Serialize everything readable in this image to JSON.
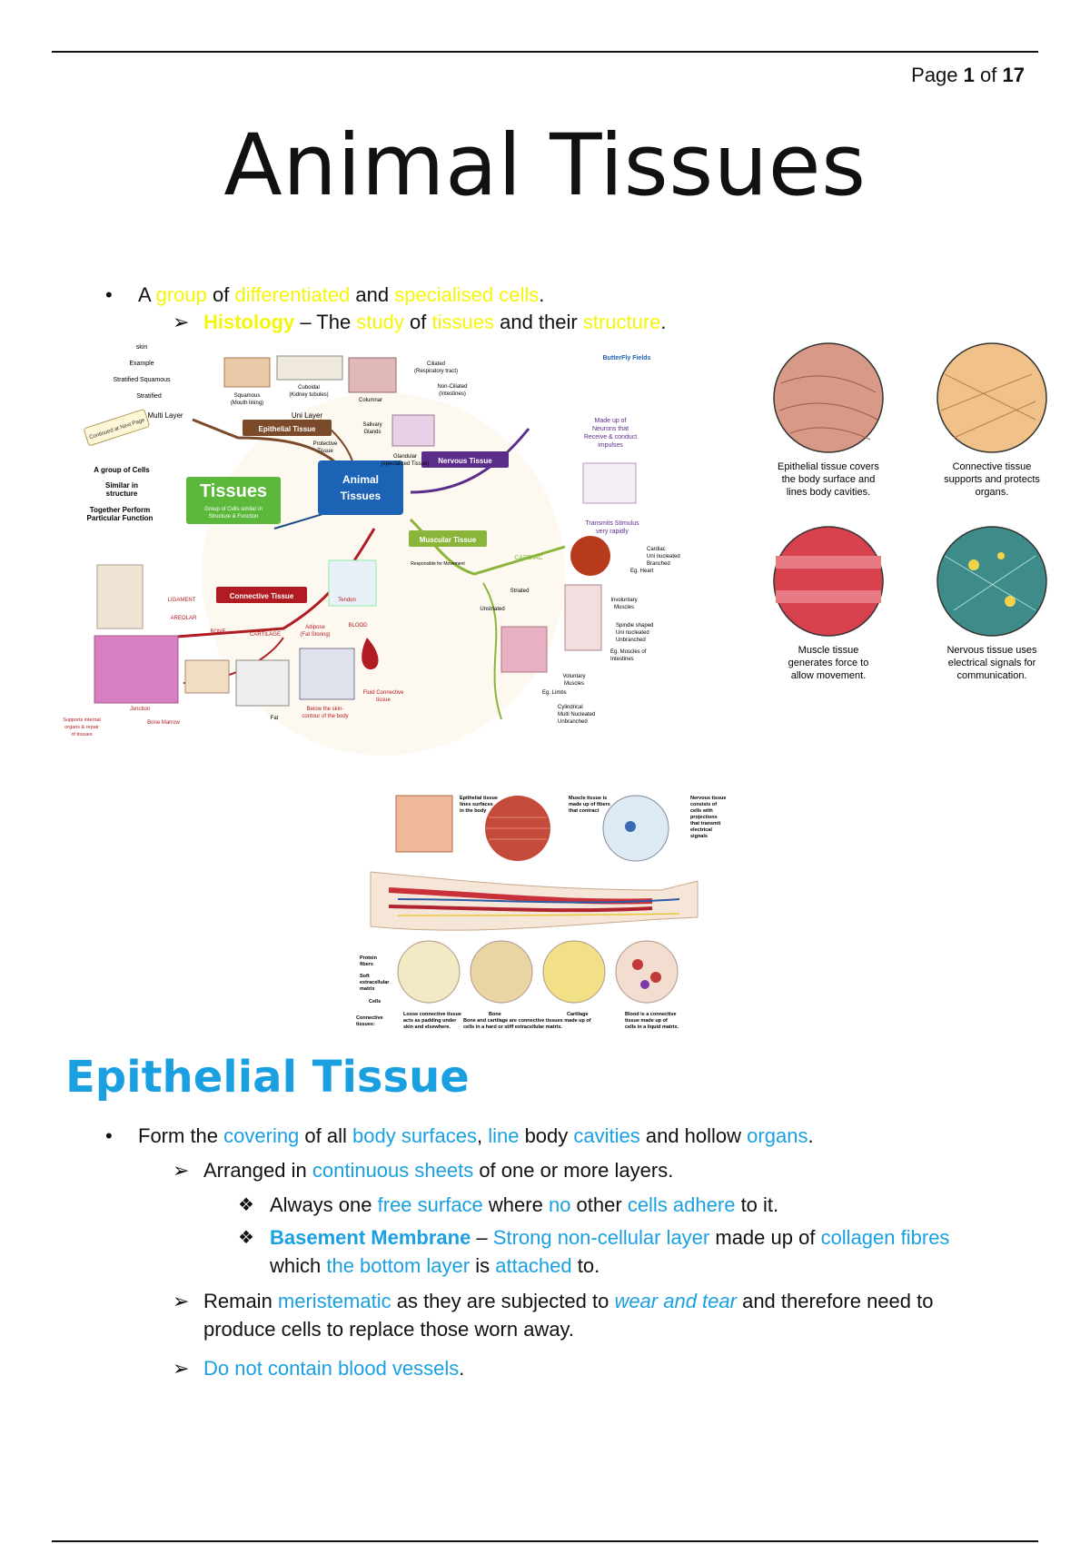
{
  "header": {
    "page_label": "Page",
    "page_current": "1",
    "page_of": "of",
    "page_total": "17"
  },
  "title": "Animal Tissues",
  "intro": {
    "l1": {
      "a": "A",
      "group": "group",
      "of": "of",
      "diff": "differentiated",
      "and": "and",
      "spec": "specialised cells",
      "dot": "."
    },
    "l2": {
      "histology": "Histology",
      "dash_the": " – The ",
      "study": "study",
      "of": " of ",
      "tissues": "tissues",
      "and_their": " and their ",
      "structure": "structure",
      "dot": "."
    }
  },
  "mindmap": {
    "center_title": "Animal",
    "center_sub": "Tissues",
    "tissues_title": "Tissues",
    "tissues_sub1": "Group of Cells similar in",
    "tissues_sub2": "Structure & Function",
    "left_1": "A group of Cells",
    "left_2": "Similar in",
    "left_3": "structure",
    "left_4": "Together Perform",
    "left_5": "Particular Function",
    "continued": "Continued at Next Page",
    "epi": "Epithelial Tissue",
    "nerv": "Nervous Tissue",
    "musc": "Muscular Tissue",
    "conn": "Connective Tissue",
    "skin": "skin",
    "example": "Example",
    "strat_sq": "Stratified Squamous",
    "stratified": "Stratified",
    "multi": "Multi Layer",
    "uni": "Uni Layer",
    "squamous": "Squamous",
    "mouth": "(Mouth lining)",
    "columnar": "Columnar",
    "cuboidal": "Cuboidal",
    "kidney": "(Kidney tubules)",
    "ciliated": "Ciliated",
    "resp": "(Respiratory tract)",
    "nonciliated": "Non-Ciliated",
    "intestines": "(Intestines)",
    "salivary": "Salivary",
    "glands": "Glands",
    "glandular": "Glandular",
    "special": "(specialized Tissue)",
    "protective": "Protective",
    "tissue_word": "Tissue",
    "made1": "Made up of",
    "made2": "Neurons that",
    "made3": "Receive & conduct",
    "made4": "impulses",
    "trans1": "Transmits Stimulus",
    "trans2": "very rapidly",
    "cardiac": "CARDIAC",
    "cardiac1": "Cardiac",
    "cardiac2": "Uni nucleated",
    "cardiac3": "Branched",
    "heart": "Eg. Heart",
    "striated": "Striated",
    "unstriated": "Unstriated",
    "invol1": "Involuntary",
    "invol2": "Muscles",
    "spindle1": "Spindle shaped",
    "spindle2": "Uni nucleated",
    "spindle3": "Unbranched",
    "intest1": "Eg. Muscles of",
    "intest2": "Intestines",
    "vol1": "Voluntary",
    "vol2": "Muscles",
    "limbs": "Eg. Limbs",
    "cyl1": "Cylindrical",
    "cyl2": "Multi Nucleated",
    "cyl3": "Unbranched",
    "resp_move": "Responsible for Movement",
    "ligament": "LIGAMENT",
    "tendon": "Tendon",
    "areolar": "AREOLAR",
    "bone": "BONE",
    "cartilage": "CARTILAGE",
    "adipose1": "Adipose",
    "adipose2": "(Fat Storing)",
    "blood": "BLOOD",
    "fluid1": "Fluid Connective",
    "fluid2": "tissue",
    "below1": "Below the skin-",
    "below2": "contour of the body",
    "fat": "Fat",
    "marrow": "Bone Marrow",
    "support1": "Supports internal",
    "support2": "organs & repair",
    "support3": "of tissues",
    "junction": "Junction",
    "brand": "ButterFly Fields"
  },
  "circles": {
    "epi1": "Epithelial tissue covers",
    "epi2": "the body surface and",
    "epi3": "lines body cavities.",
    "con1": "Connective tissue",
    "con2": "supports and protects",
    "con3": "organs.",
    "mus1": "Muscle tissue",
    "mus2": "generates force to",
    "mus3": "allow movement.",
    "ner1": "Nervous tissue uses",
    "ner2": "electrical signals for",
    "ner3": "communication."
  },
  "arm": {
    "epi1": "Epithelial tissue",
    "epi2": "lines surfaces",
    "epi3": "in the body",
    "mus1": "Muscle tissue is",
    "mus2": "made up of fibers",
    "mus3": "that contract",
    "ner1": "Nervous tissue",
    "ner2": "consists of",
    "ner3": "cells with",
    "ner4": "projections",
    "ner5": "that transmit",
    "ner6": "electrical",
    "ner7": "signals",
    "protein1": "Protein",
    "protein2": "fibers",
    "soft1": "Soft",
    "soft2": "extracellular",
    "soft3": "matrix",
    "cells": "Cells",
    "conn1": "Connective",
    "conn2": "tissues:",
    "loose1": "Loose connective tissue",
    "loose2": "acts as padding under",
    "loose3": "skin and elsewhere.",
    "bone": "Bone",
    "bc1": "Bone and cartilage are connective tissues made up of",
    "bc2": "cells in a hard or stiff extracellular matrix.",
    "cart": "Cartilage",
    "blood1": "Blood is a connective",
    "blood2": "tissue made up of",
    "blood3": "cells in a liquid matrix."
  },
  "section": {
    "heading": "Epithelial Tissue",
    "b1": {
      "form_the": "Form the ",
      "covering": "covering",
      "of_all": " of all ",
      "body_surfaces": "body surfaces",
      "comma": ", ",
      "line": "line",
      "body": " body ",
      "cavities": "cavities",
      "and_hollow": " and hollow ",
      "organs": "organs",
      "dot": "."
    },
    "s1": {
      "arranged": "Arranged in ",
      "continuous": "continuous sheets",
      "rest": " of one or more layers."
    },
    "t1": {
      "always": "Always one ",
      "free": "free surface",
      "where": " where ",
      "no": "no",
      "other": " other ",
      "cells": "cells adhere",
      "toit": " to it."
    },
    "t2": {
      "bm": "Basement Membrane",
      "dash": " – ",
      "strong": "Strong non-cellular layer",
      "made": " made up of ",
      "collagen": "collagen fibres",
      "which": "which ",
      "bottom": "the bottom layer",
      "is": " is ",
      "attached": "attached",
      "to": " to."
    },
    "s2": {
      "remain": "Remain ",
      "meri": "meristematic",
      "as": " as they are subjected to ",
      "wear": "wear and tear",
      "and": " and therefore need to",
      "l2": "produce cells to replace those worn away."
    },
    "s3": {
      "text": "Do not contain blood vessels",
      "dot": "."
    }
  },
  "colors": {
    "highlight_yellow": "#f5f50a",
    "accent_blue": "#1aa0e0"
  },
  "icons": {
    "bullet": "•",
    "arrow": "➢",
    "diamond": "❖"
  }
}
